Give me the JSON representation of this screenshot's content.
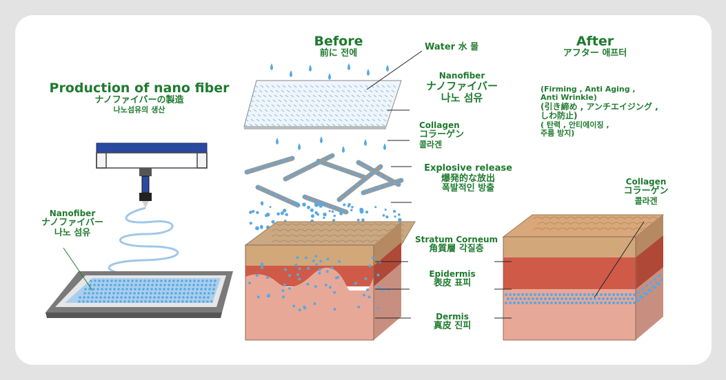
{
  "production": {
    "title": "Production of nano fiber",
    "title_jp": "ナノファイバーの製造",
    "title_kr": "나노섬유의 생산",
    "fiber_en": "Nanofiber",
    "fiber_jp": "ナノファイバー",
    "fiber_kr": "나노 섬유"
  },
  "before": {
    "title": "Before",
    "title_sub": "前に 전에",
    "water": "Water 水 물",
    "nanofiber_en": "Nanofiber",
    "nanofiber_jp": "ナノファイバー",
    "nanofiber_kr": "나노 섬유",
    "collagen_en": "Collagen",
    "collagen_jp": "コラーゲン",
    "collagen_kr": "콜라겐",
    "release_en": "Explosive release",
    "release_jp": "爆発的な放出",
    "release_kr": "폭발적인 방출",
    "stratum_en": "Stratum Corneum",
    "stratum_sub": "角質層 각질층",
    "epidermis_en": "Epidermis",
    "epidermis_sub": "表皮 표피",
    "dermis_en": "Dermis",
    "dermis_sub": "真皮 진피"
  },
  "after": {
    "title": "After",
    "title_sub": "アフター 애프터",
    "benefit_en_1": "(Firming , Anti Aging ,",
    "benefit_en_2": "Anti Wrinkle)",
    "benefit_jp_1": "(引き締め , アンチエイジング ,",
    "benefit_jp_2": "しわ防止)",
    "benefit_kr_1": "( 탄력 , 안티에이징 ,",
    "benefit_kr_2": "주름 방지)",
    "collagen_en": "Collagen",
    "collagen_jp": "コラーゲン",
    "collagen_kr": "콜라겐"
  },
  "colors": {
    "label_green": "#1e7a2e",
    "device_blue": "#2a4aa0",
    "skin_tan": "#d9a77a",
    "skin_red": "#cf5a48",
    "skin_pink": "#e8a898",
    "dot_blue": "#5aa8e0"
  }
}
